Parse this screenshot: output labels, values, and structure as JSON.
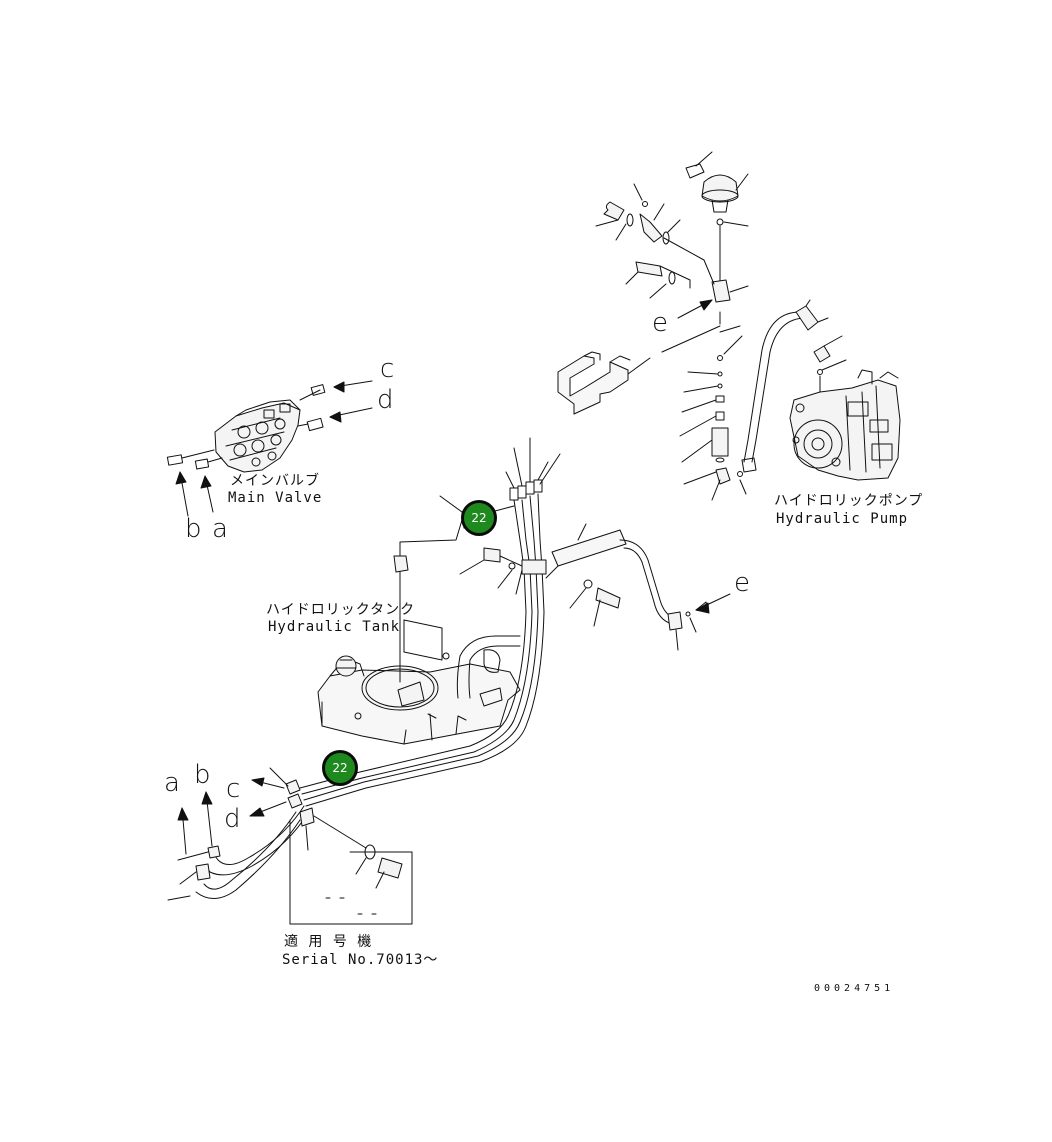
{
  "labels": {
    "main_valve_jp": "メインバルブ",
    "main_valve_en": "Main Valve",
    "hyd_tank_jp": "ハイドロリックタンク",
    "hyd_tank_en": "Hydraulic Tank",
    "hyd_pump_jp": "ハイドロリックポンプ",
    "hyd_pump_en": "Hydraulic Pump",
    "serial_jp": "適 用 号 機",
    "serial_en": "Serial No.70013～",
    "drawing_no": "00024751"
  },
  "letters": {
    "c_top": "c",
    "d_top": "d",
    "b_valve": "b",
    "a_valve": "a",
    "e_top": "e",
    "e_right": "e",
    "a_low": "a",
    "b_low": "b",
    "c_low": "c",
    "d_low": "d"
  },
  "callouts": [
    {
      "label": "22"
    },
    {
      "label": "22"
    }
  ]
}
